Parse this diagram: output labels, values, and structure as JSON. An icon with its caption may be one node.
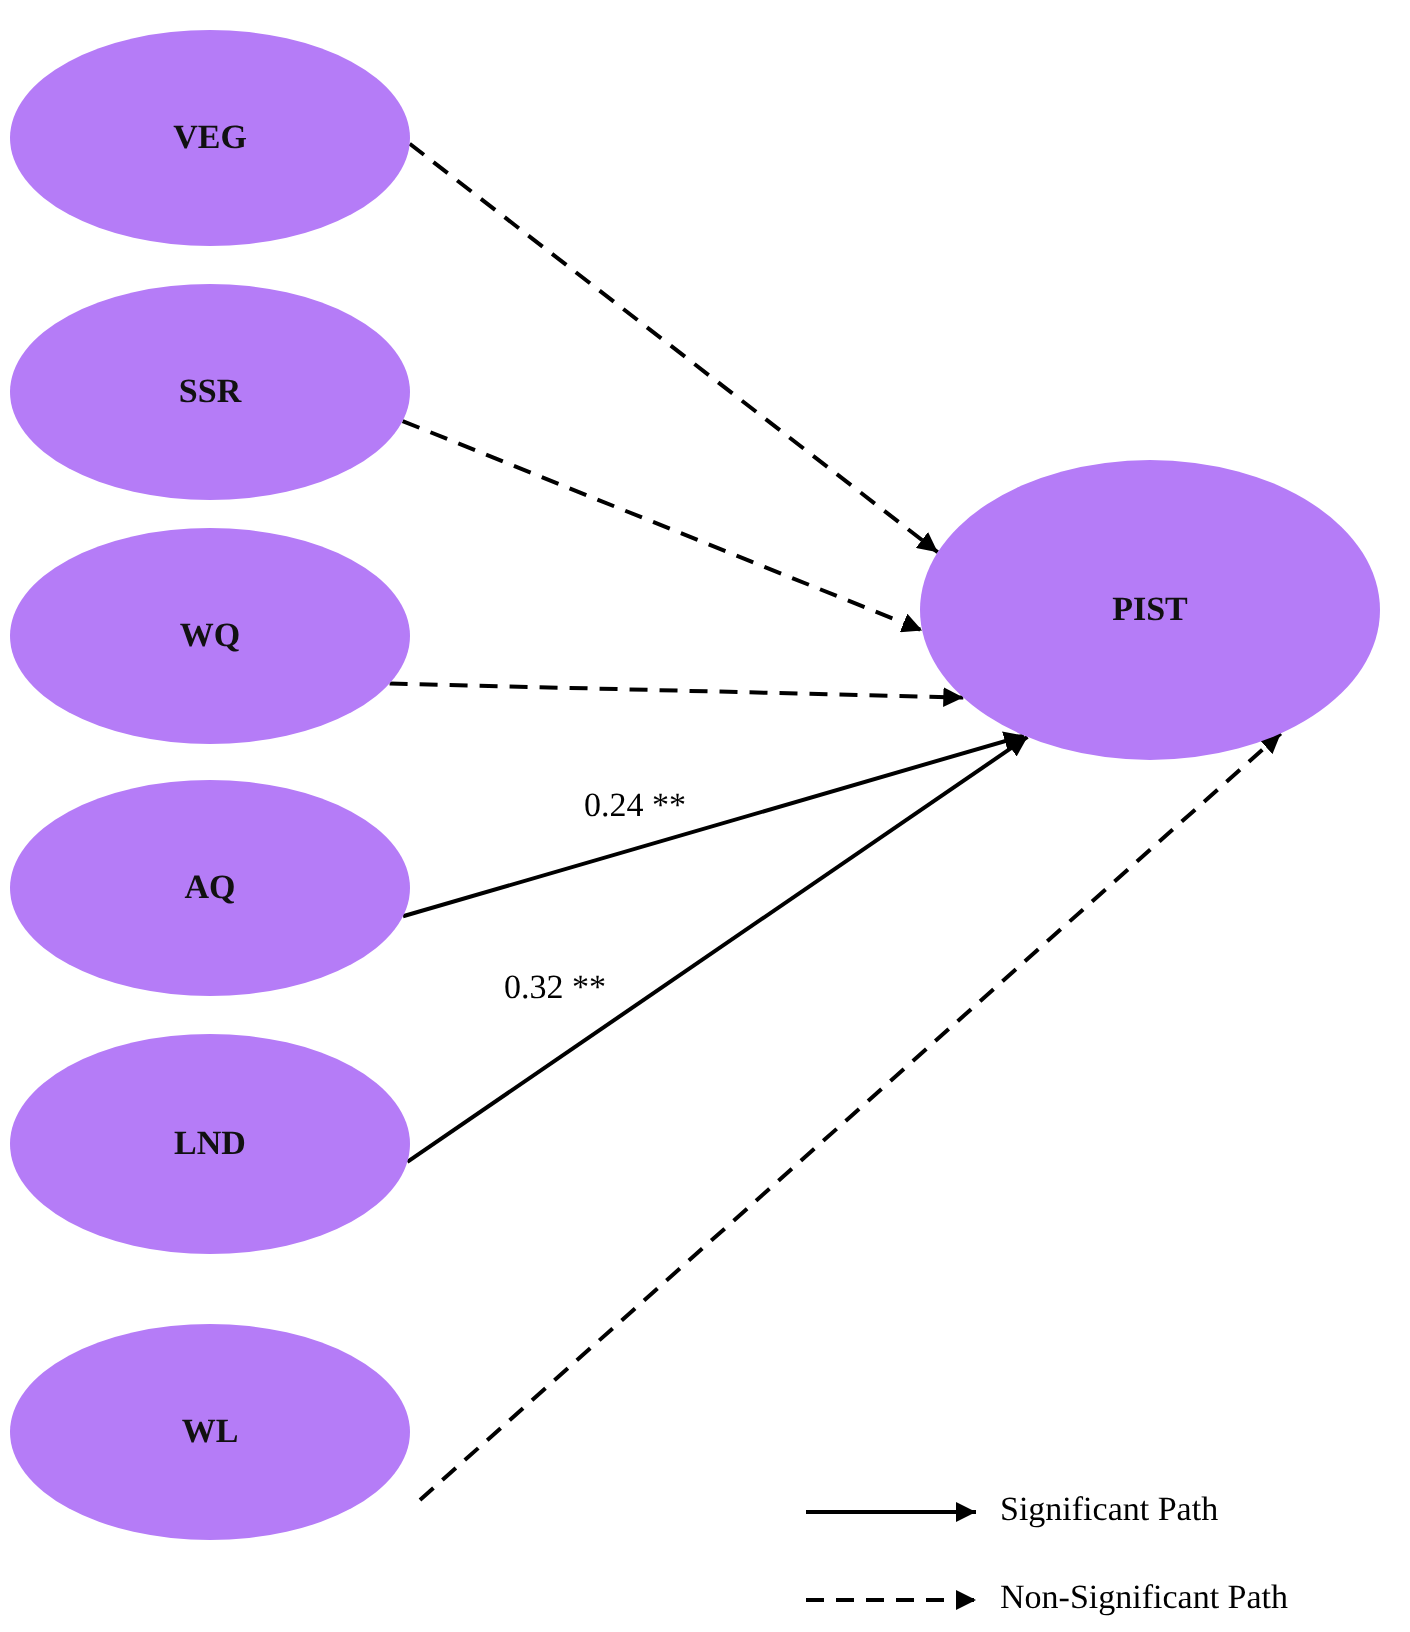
{
  "diagram": {
    "nodes": [
      {
        "text": [
          "VEG"
        ]
      },
      {
        "text": [
          "SSR"
        ]
      },
      {
        "text": [
          "WQ"
        ]
      },
      {
        "text": [
          "AQ"
        ]
      },
      {
        "text": [
          "LND"
        ]
      },
      {
        "text": [
          "WL"
        ]
      },
      {
        "text": [
          "PIST"
        ]
      }
    ],
    "edges": [
      {
        "from": 0,
        "to": 6,
        "arrow": "to",
        "style": "dashed"
      },
      {
        "from": 1,
        "to": 6,
        "arrow": "to",
        "style": "dashed"
      },
      {
        "from": 2,
        "to": 6,
        "arrow": "to",
        "style": "dashed"
      },
      {
        "from": 3,
        "to": 6,
        "arrow": "to",
        "label": "0.24 **"
      },
      {
        "from": 4,
        "to": 6,
        "arrow": "to",
        "label": "0.32 **"
      },
      {
        "from": 5,
        "to": 6,
        "arrow": "to",
        "style": "dashed"
      }
    ],
    "legend": [
      {
        "text": "Significant Path"
      },
      {
        "text": "Non-Significant Path"
      }
    ]
  }
}
